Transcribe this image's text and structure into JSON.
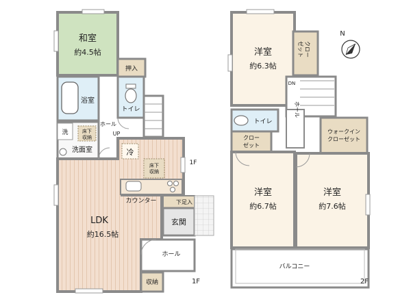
{
  "floor1": {
    "washitsu": {
      "name": "和室",
      "size": "約4.5帖"
    },
    "oshiire": "押入",
    "toilet": "トイレ",
    "bathroom": "浴室",
    "hall_up": {
      "hall": "ホール",
      "up": "UP"
    },
    "wash": "洗",
    "underfloor_storage_1": "床下\n収納",
    "washroom": "洗面室",
    "fridge": "冷",
    "underfloor_storage_2": "床下\n収納",
    "counter": "カウンター",
    "shoe_storage": "下足入",
    "entrance": "玄関",
    "ldk": {
      "name": "LDK",
      "size": "約16.5帖"
    },
    "hall": "ホール",
    "storage": "収納",
    "floor_label": "1F"
  },
  "floor2": {
    "room_top": {
      "name": "洋室",
      "size": "約6.3帖"
    },
    "closet_top": "クロー\nゼット",
    "dn": "DN",
    "hall": "ホール",
    "toilet": "トイレ",
    "closet_mid": "クロー\nゼット",
    "walkin": "ウォークイン\nクローゼット",
    "room_left": {
      "name": "洋室",
      "size": "約6.7帖"
    },
    "room_right": {
      "name": "洋室",
      "size": "約7.6帖"
    },
    "balcony": "バルコニー",
    "floor_label": "2F"
  },
  "compass": {
    "letter": "N"
  },
  "colors": {
    "wall": "#8a8a8a",
    "washitsu": "#cfe3c0",
    "ldk_floor": "#f2dccb",
    "storage": "#e9dcc3",
    "wet": "#dfeff7",
    "entrance": "#e6e6e6"
  }
}
